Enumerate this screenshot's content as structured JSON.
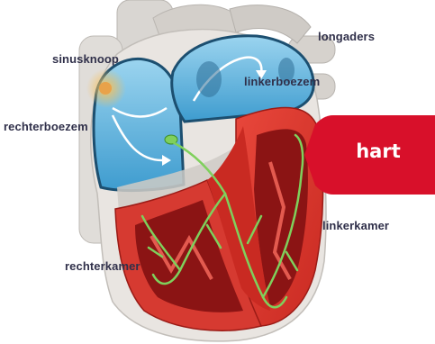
{
  "labels": {
    "sinusknoop": "sinusknoop",
    "longaders": "longaders",
    "linkerboezem": "linkerboezem",
    "rechterboezem": "rechterboezem",
    "linkerkamer": "linkerkamer",
    "rechterkamer": "rechterkamer"
  },
  "tag": {
    "text": "hart",
    "color": "#d8102a"
  },
  "colors": {
    "atrium_blue": "#5fb6de",
    "vessel_grey": "#d9d6d2",
    "muscle_red": "#d8332a",
    "muscle_dark": "#8b1414",
    "conduction_green": "#7fd05c",
    "node_orange": "#e9a24a"
  }
}
